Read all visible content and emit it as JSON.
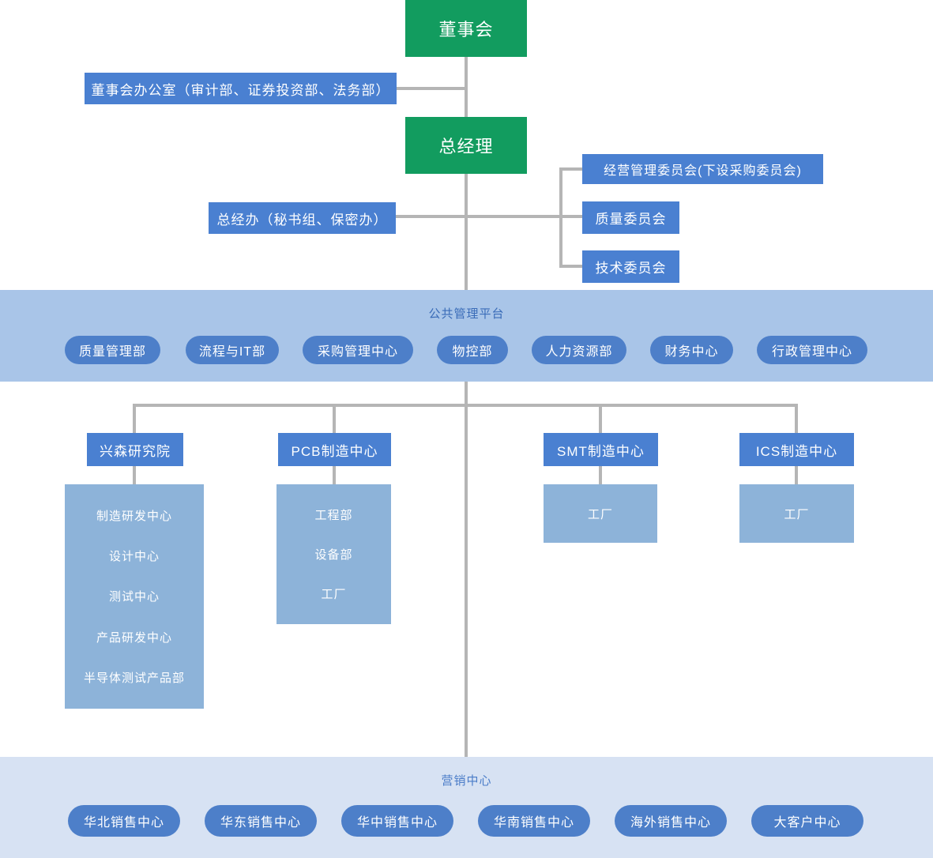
{
  "org": {
    "board": "董事会",
    "board_office": "董事会办公室（审计部、证券投资部、法务部）",
    "general_manager": "总经理",
    "gm_office": "总经办（秘书组、保密办）",
    "committees": [
      "经营管理委员会(下设采购委员会)",
      "质量委员会",
      "技术委员会"
    ]
  },
  "platform_band": {
    "title": "公共管理平台",
    "departments": [
      "质量管理部",
      "流程与IT部",
      "采购管理中心",
      "物控部",
      "人力资源部",
      "财务中心",
      "行政管理中心"
    ]
  },
  "branches": [
    {
      "name": "兴森研究院",
      "children": [
        "制造研发中心",
        "设计中心",
        "测试中心",
        "产品研发中心",
        "半导体测试产品部"
      ]
    },
    {
      "name": "PCB制造中心",
      "children": [
        "工程部",
        "设备部",
        "工厂"
      ]
    },
    {
      "name": "SMT制造中心",
      "children": [
        "工厂"
      ]
    },
    {
      "name": "ICS制造中心",
      "children": [
        "工厂"
      ]
    }
  ],
  "marketing_band": {
    "title": "营销中心",
    "centers": [
      "华北销售中心",
      "华东销售中心",
      "华中销售中心",
      "华南销售中心",
      "海外销售中心",
      "大客户中心"
    ]
  },
  "colors": {
    "green_box": "#129c5f",
    "blue_box": "#4a80d1",
    "pill_blue": "#4d7fc9",
    "panel_blue": "#8db3d9",
    "platform_band_bg": "#a9c5e8",
    "marketing_band_bg": "#d7e2f3",
    "platform_title": "#3a6cb8",
    "marketing_title": "#4a7cc8",
    "connector_gray": "#b5b5b5"
  }
}
